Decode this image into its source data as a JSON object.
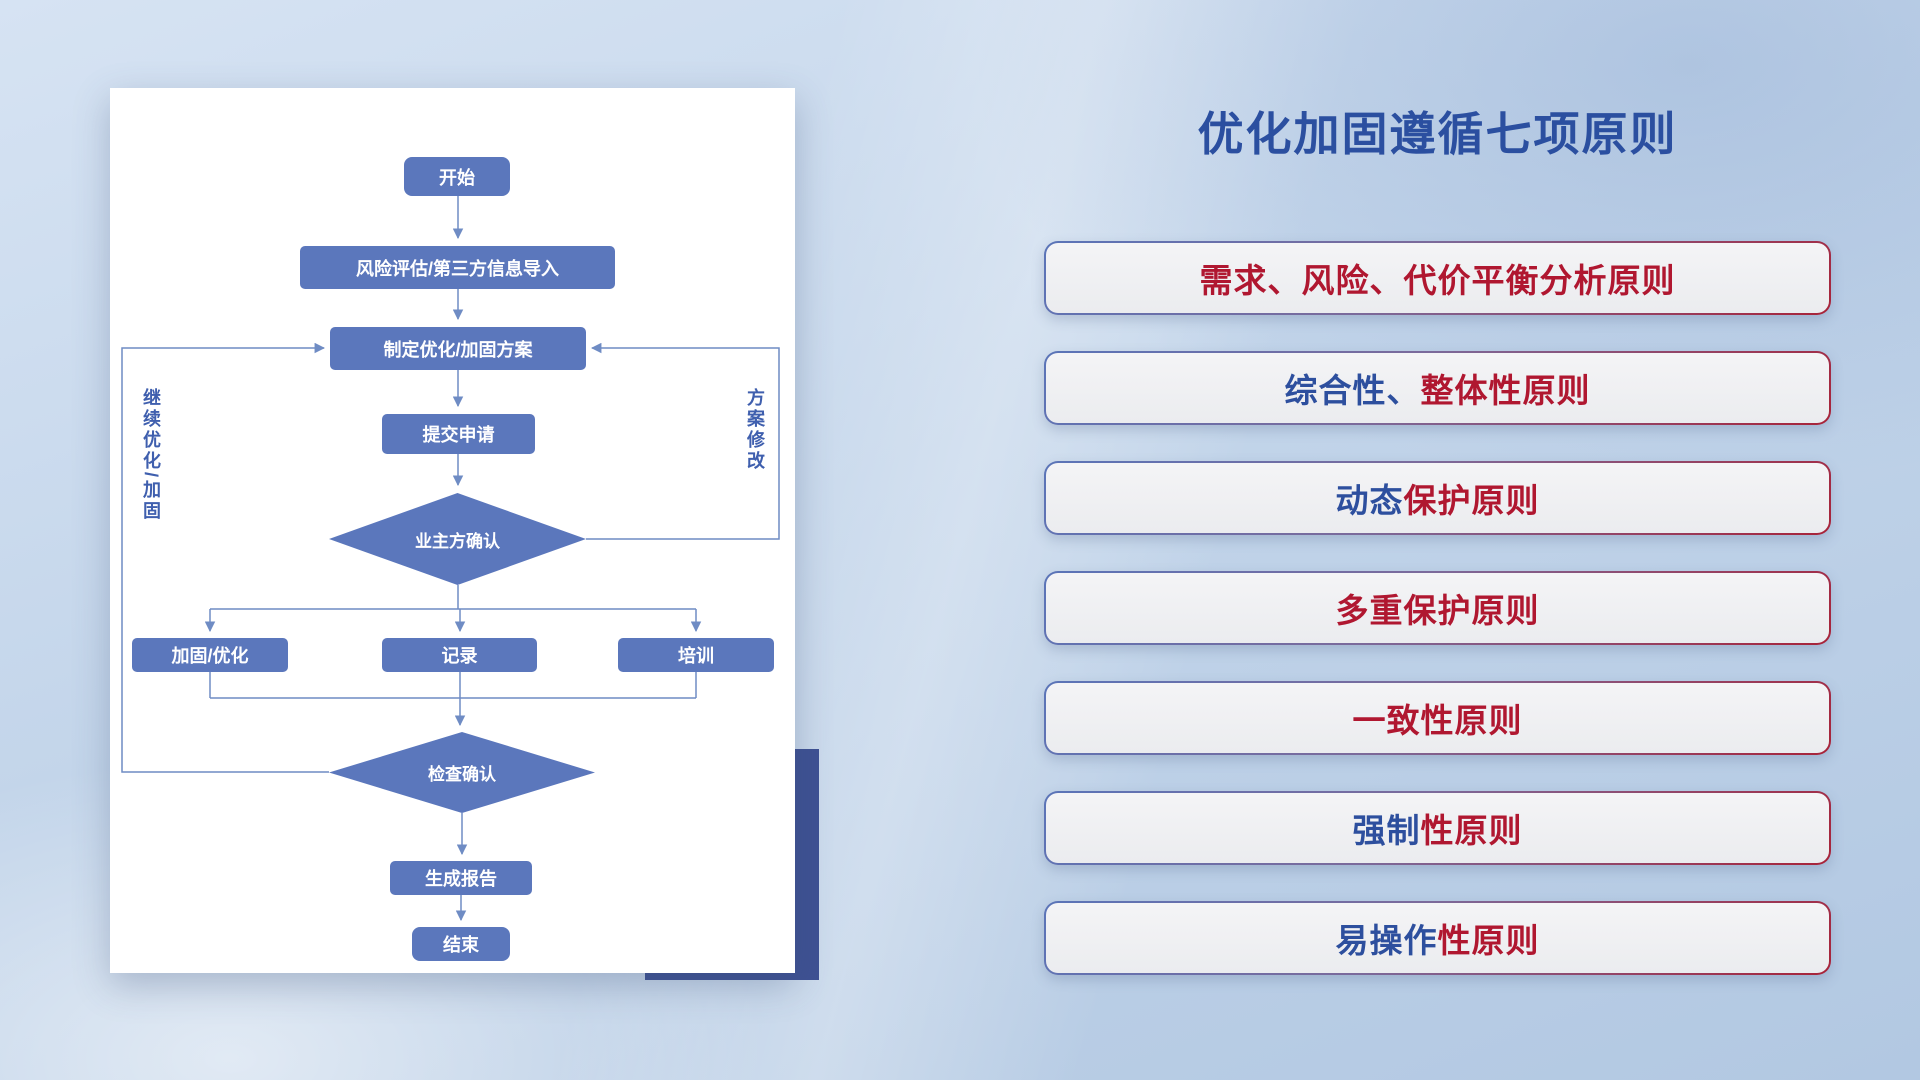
{
  "colors": {
    "title_blue": "#2b4fa0",
    "principle_red": "#b01730",
    "principle_blue": "#2d4f9e",
    "node_fill": "#5b77bc",
    "connector_line": "#6f8cc4",
    "accent_rect": "#3e5193"
  },
  "flowchart": {
    "nodes": {
      "start": "开始",
      "risk_assessment": "风险评估/第三方信息导入",
      "make_plan": "制定优化/加固方案",
      "submit_request": "提交申请",
      "owner_confirm": "业主方确认",
      "harden_optimize": "加固/优化",
      "record": "记录",
      "training": "培训",
      "check_confirm": "检查确认",
      "generate_report": "生成报告",
      "end": "结束"
    },
    "side_labels": {
      "left": "继续优化/加固",
      "right": "方案修改"
    }
  },
  "panel": {
    "title": "优化加固遵循七项原则",
    "principles": [
      {
        "blue": "",
        "red": "需求、风险、代价平衡分析原则"
      },
      {
        "blue": "综合性、",
        "red": "整体性原则"
      },
      {
        "blue": "动态",
        "red": "保护原则"
      },
      {
        "blue": "",
        "red": "多重保护原则"
      },
      {
        "blue": "",
        "red": "一致性原则"
      },
      {
        "blue": "强制",
        "red": "性原则"
      },
      {
        "blue": "易操作",
        "red": "性原则"
      }
    ]
  }
}
